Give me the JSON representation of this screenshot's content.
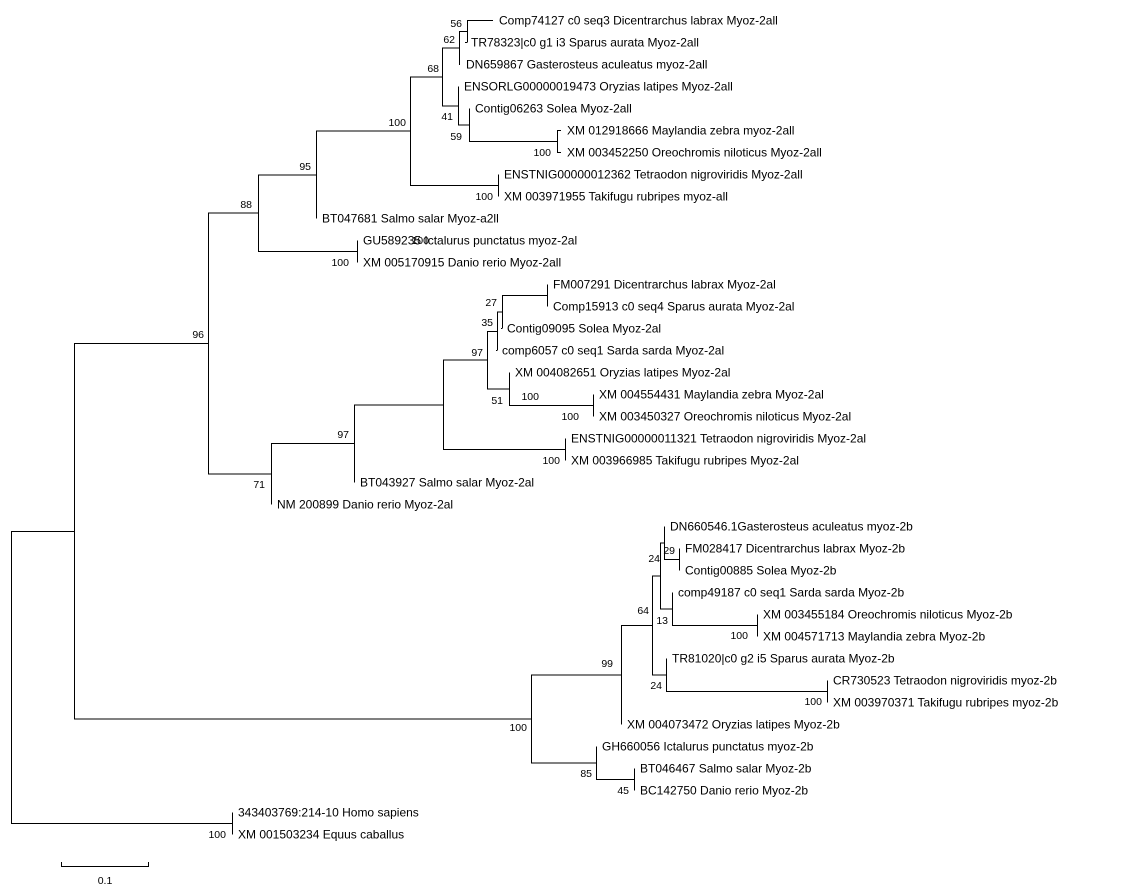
{
  "tree": {
    "leaves": [
      "Comp74127 c0 seq3 Dicentrarchus labrax Myoz-2all",
      "TR78323|c0 g1 i3 Sparus aurata Myoz-2all",
      "DN659867 Gasterosteus aculeatus myoz-2all",
      "ENSORLG00000019473 Oryzias latipes Myoz-2all",
      "Contig06263 Solea Myoz-2all",
      "XM 012918666 Maylandia zebra myoz-2all",
      "XM 003452250 Oreochromis niloticus Myoz-2all",
      "ENSTNIG00000012362 Tetraodon nigroviridis Myoz-2all",
      "XM 003971955 Takifugu rubripes myoz-all",
      "BT047681 Salmo salar Myoz-a2ll",
      "GU589235 Ictalurus punctatus myoz-2al",
      "XM 005170915 Danio rerio Myoz-2all",
      "FM007291 Dicentrarchus labrax Myoz-2al",
      "Comp15913 c0 seq4 Sparus aurata Myoz-2al",
      "Contig09095 Solea Myoz-2al",
      "comp6057 c0 seq1 Sarda sarda Myoz-2al",
      "XM 004082651 Oryzias latipes Myoz-2al",
      "XM 004554431 Maylandia zebra Myoz-2al",
      "XM 003450327 Oreochromis niloticus Myoz-2al",
      "ENSTNIG00000011321 Tetraodon nigroviridis Myoz-2al",
      "XM 003966985 Takifugu rubripes Myoz-2al",
      "BT043927 Salmo salar Myoz-2al",
      "NM 200899 Danio rerio Myoz-2al",
      "DN660546.1Gasterosteus aculeatus myoz-2b",
      "FM028417 Dicentrarchus labrax Myoz-2b",
      "Contig00885 Solea Myoz-2b",
      "comp49187 c0 seq1 Sarda sarda Myoz-2b",
      "XM 003455184 Oreochromis niloticus Myoz-2b",
      "XM 004571713 Maylandia zebra Myoz-2b",
      "TR81020|c0 g2 i5 Sparus aurata Myoz-2b",
      "CR730523 Tetraodon nigroviridis myoz-2b",
      "XM 003970371 Takifugu rubripes myoz-2b",
      "XM 004073472 Oryzias latipes Myoz-2b",
      "GH660056 Ictalurus punctatus myoz-2b",
      "BT046467 Salmo salar Myoz-2b",
      "BC142750 Danio rerio Myoz-2b",
      "343403769:214-10 Homo sapiens",
      "XM 001503234 Equus caballus"
    ],
    "bootstrap": [
      "56",
      "62",
      "68",
      "41",
      "59",
      "100",
      "100",
      "100",
      "95",
      "100",
      "88",
      "100",
      "27",
      "35",
      "97",
      "51",
      "100",
      "100",
      "100",
      "97",
      "71",
      "96",
      "29",
      "24",
      "13",
      "100",
      "64",
      "24",
      "100",
      "99",
      "45",
      "85",
      "100",
      "100"
    ]
  },
  "scale_bar": {
    "label": "0.1"
  }
}
